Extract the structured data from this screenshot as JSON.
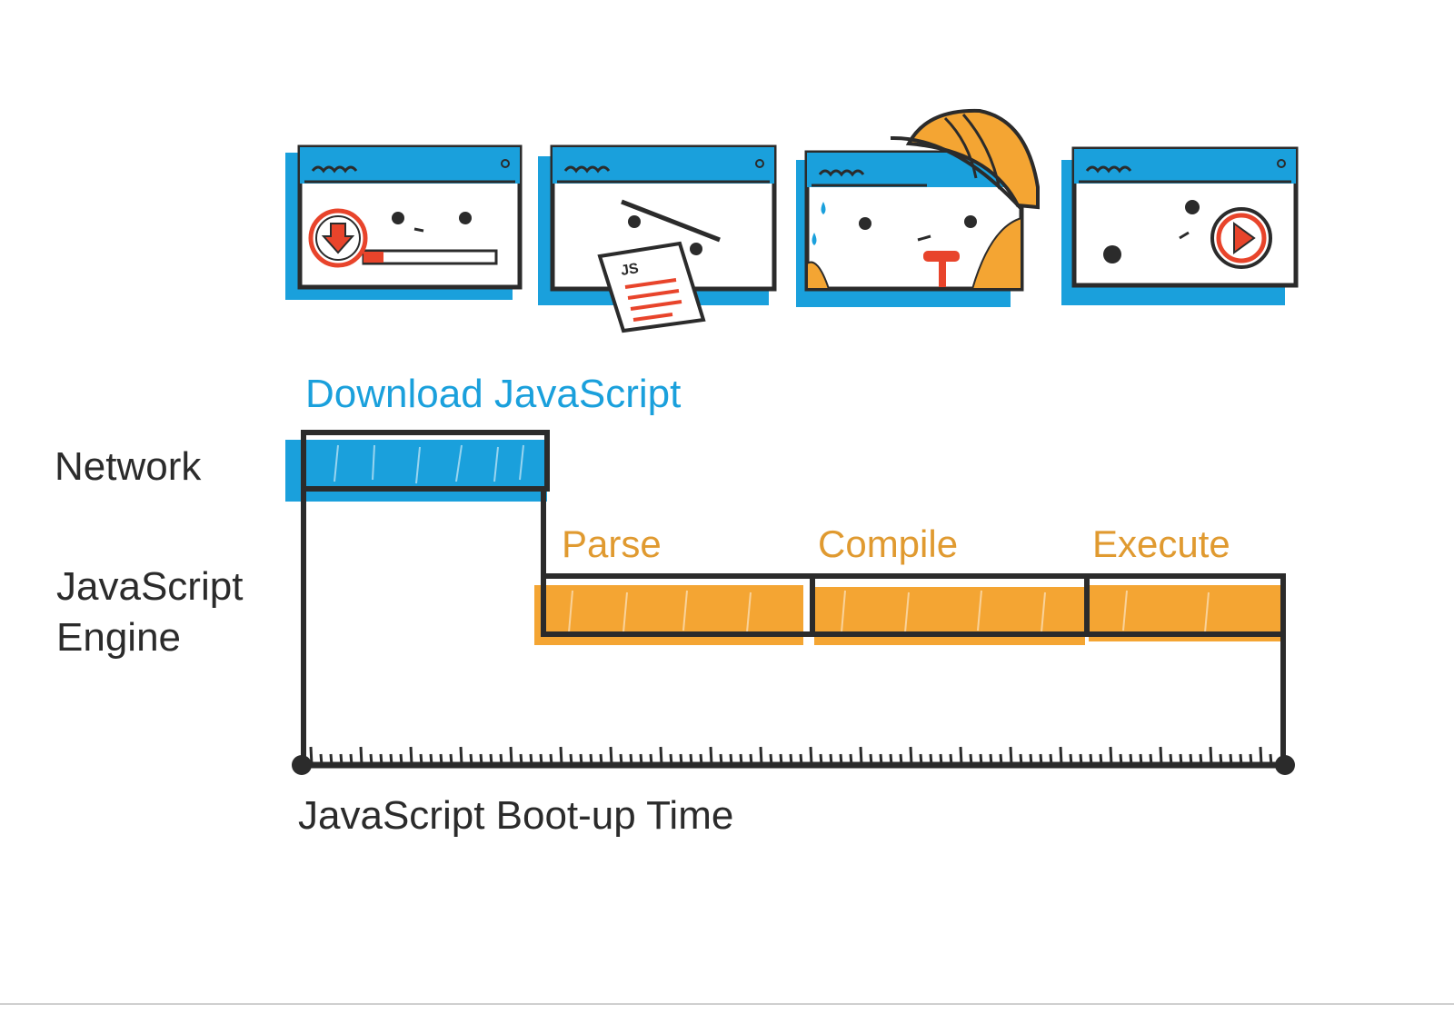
{
  "colors": {
    "network": "#1aa0dc",
    "engine": "#f4a533",
    "engine_label": "#e09a30",
    "ink": "#2b2b2b",
    "accent_red": "#e8442b",
    "paper": "#ffffff"
  },
  "rows": {
    "network": "Network",
    "engine_line1": "JavaScript",
    "engine_line2": "Engine"
  },
  "stages": {
    "download": "Download JavaScript",
    "parse": "Parse",
    "compile": "Compile",
    "execute": "Execute"
  },
  "timeline": {
    "label": "JavaScript Boot-up Time"
  },
  "illustration": {
    "js_badge": "JS",
    "icons": [
      "download-arrow-icon",
      "js-file-icon",
      "hard-hat-icon",
      "play-icon"
    ]
  }
}
